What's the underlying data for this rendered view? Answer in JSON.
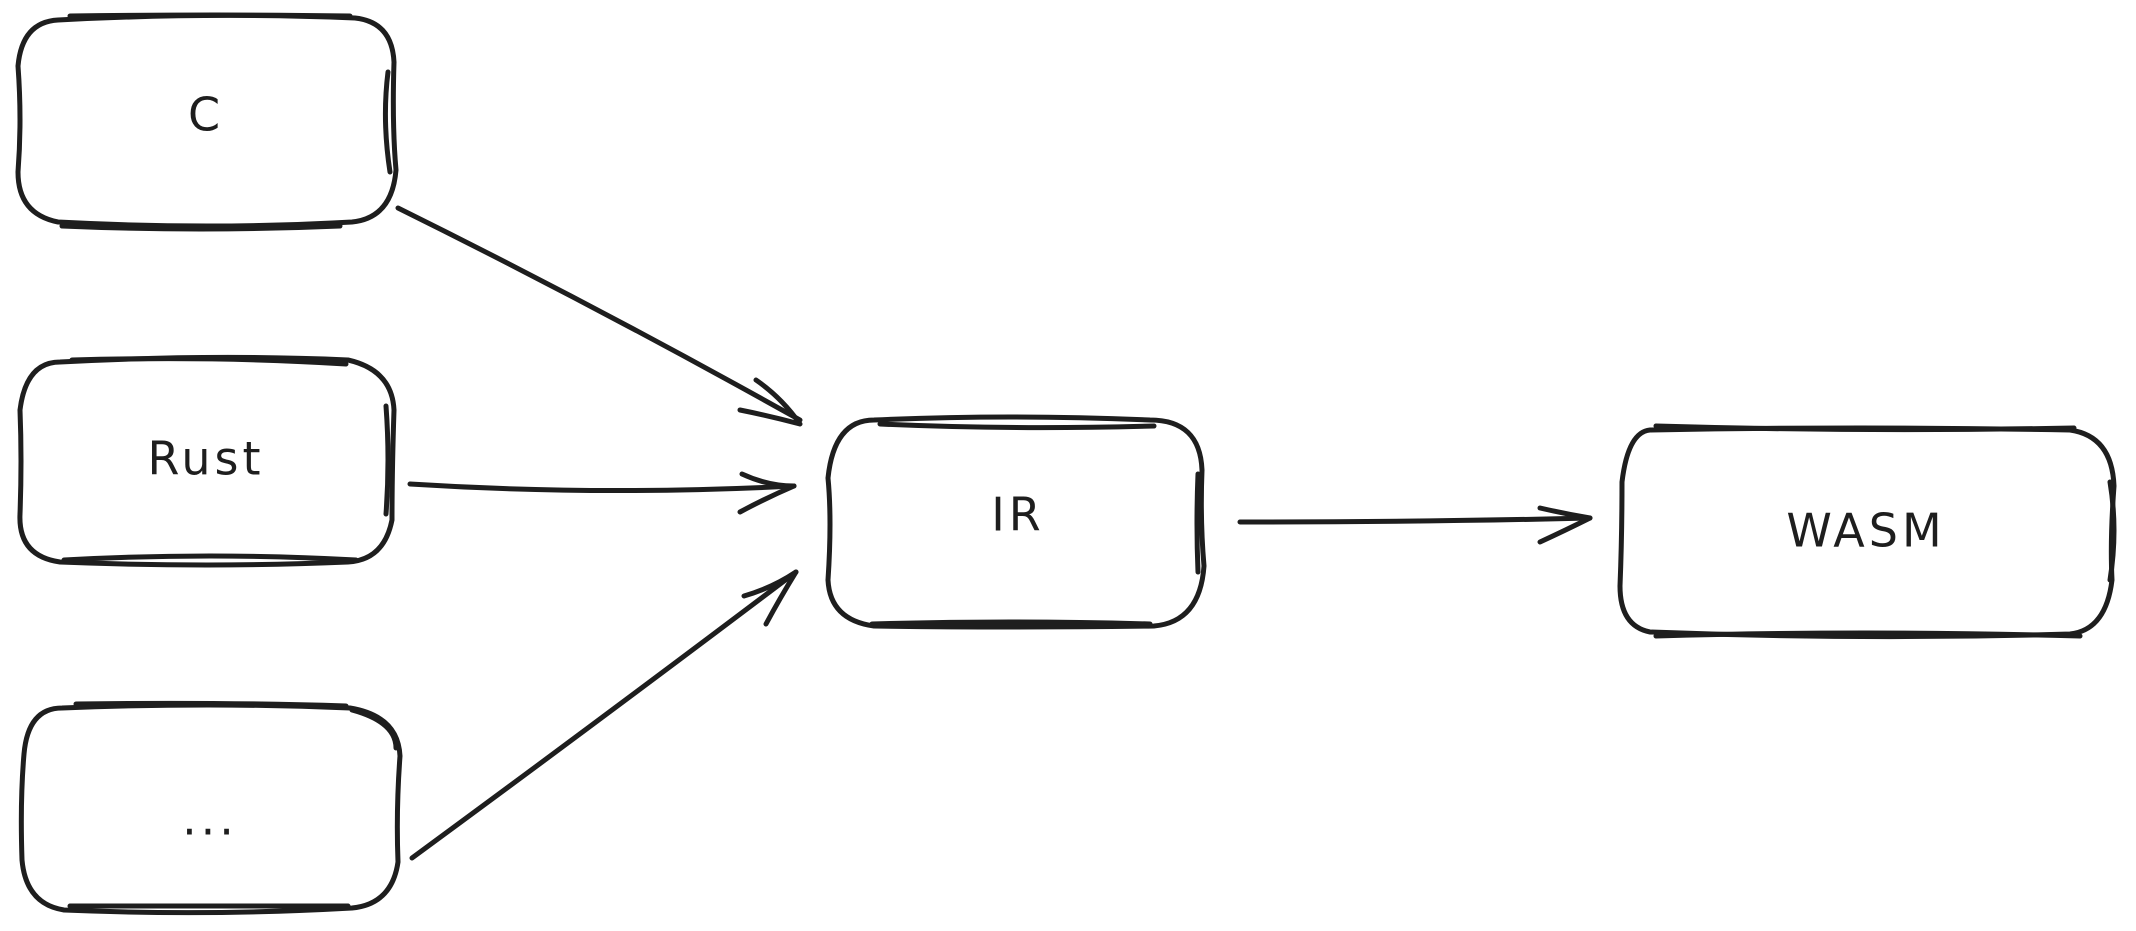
{
  "diagram": {
    "stroke_color": "#1e1e1e",
    "background": "#ffffff",
    "nodes": [
      {
        "id": "c",
        "label": "C"
      },
      {
        "id": "rust",
        "label": "Rust"
      },
      {
        "id": "more",
        "label": "..."
      },
      {
        "id": "ir",
        "label": "IR"
      },
      {
        "id": "wasm",
        "label": "WASM"
      }
    ],
    "edges": [
      {
        "from": "c",
        "to": "ir"
      },
      {
        "from": "rust",
        "to": "ir"
      },
      {
        "from": "more",
        "to": "ir"
      },
      {
        "from": "ir",
        "to": "wasm"
      }
    ]
  }
}
